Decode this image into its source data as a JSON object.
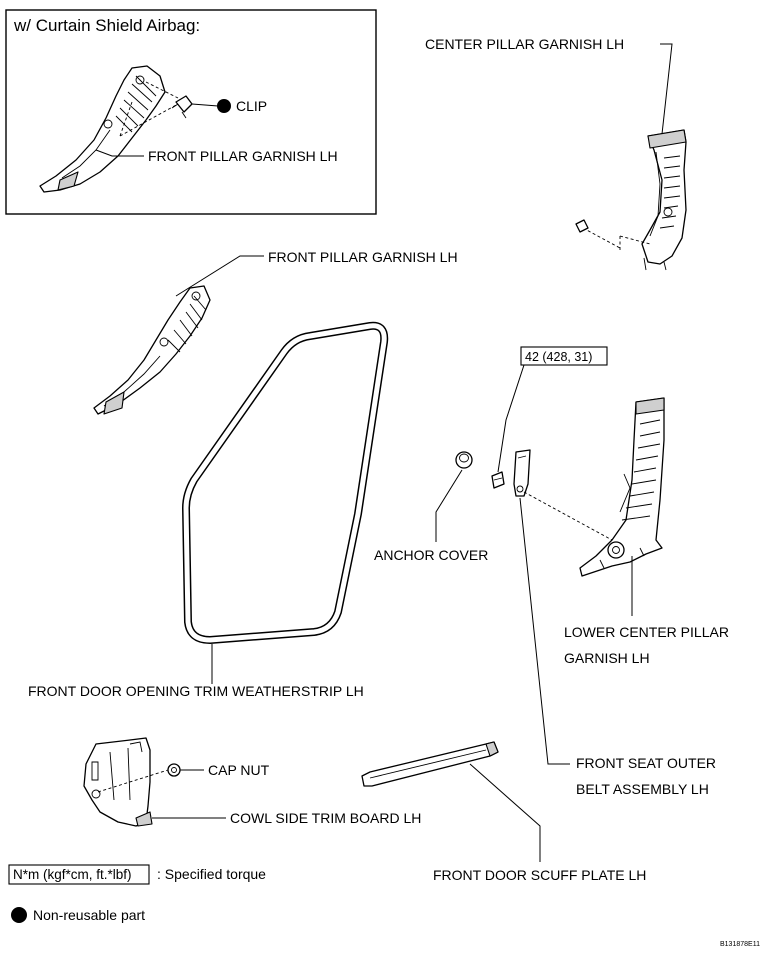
{
  "inset": {
    "title": "w/ Curtain Shield Airbag:",
    "clip_label": "CLIP",
    "front_pillar_label": "FRONT PILLAR GARNISH LH"
  },
  "labels": {
    "center_pillar": "CENTER PILLAR GARNISH LH",
    "front_pillar": "FRONT PILLAR GARNISH LH",
    "torque_value": "42 (428, 31)",
    "anchor_cover": "ANCHOR COVER",
    "lower_center_pillar_line1": "LOWER CENTER PILLAR",
    "lower_center_pillar_line2": "GARNISH LH",
    "weatherstrip": "FRONT DOOR OPENING TRIM WEATHERSTRIP LH",
    "cap_nut": "CAP NUT",
    "cowl_side": "COWL SIDE TRIM BOARD LH",
    "seat_belt_line1": "FRONT SEAT OUTER",
    "seat_belt_line2": "BELT ASSEMBLY LH",
    "scuff_plate": "FRONT DOOR SCUFF PLATE LH"
  },
  "legend": {
    "torque_box": "N*m (kgf*cm, ft.*lbf)",
    "torque_text": ": Specified torque",
    "nonreusable_text": "Non-reusable part"
  },
  "figure_id": "B131878E11"
}
